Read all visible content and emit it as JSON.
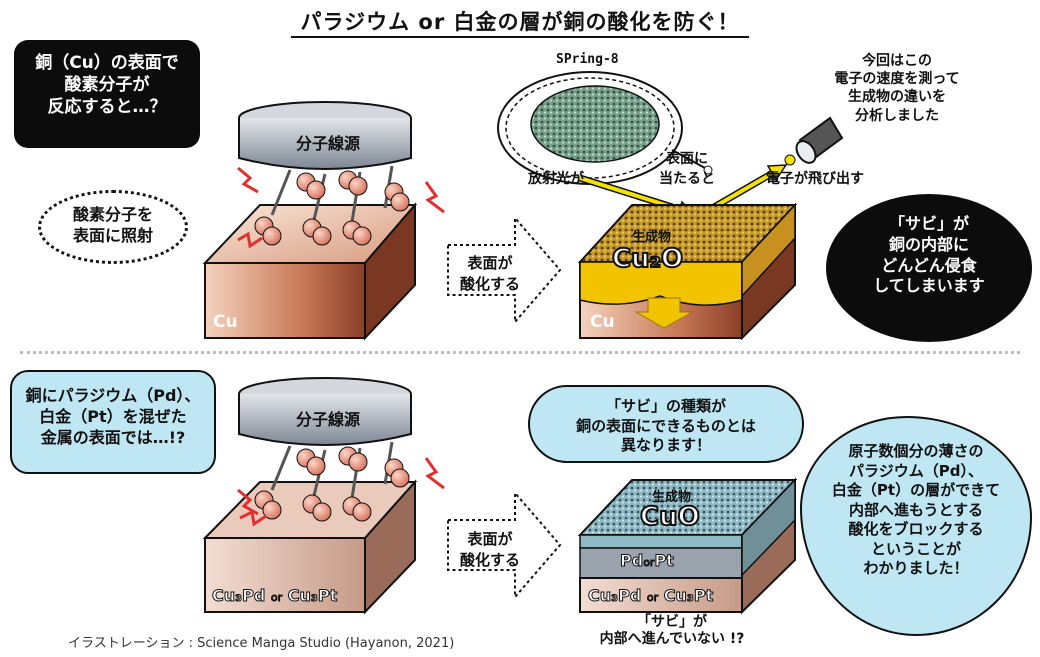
{
  "title": "パラジウム or 白金の層が銅の酸化を防ぐ！",
  "top": {
    "speech_left": "銅（Cu）の表面で\n酸素分子が\n反応すると…？",
    "source_label": "分子線源",
    "thought_label": "酸素分子を\n表面に照射",
    "block_left_label": "Cu",
    "arrow_label": "表面が\n酸化する",
    "spring8_label": "SPring-8",
    "synchrotron_light": "放射光が",
    "hits_surface": "表面に\n当たると",
    "electrons_fly": "電子が飛び出す",
    "note_measure": "今回はこの\n電子の速度を測って\n生成物の違いを\n分析しました",
    "product_label": "生成物",
    "product_formula": "Cu₂O",
    "block_right_label": "Cu",
    "speech_right": "「サビ」が\n銅の内部に\nどんどん侵食\nしてしまいます"
  },
  "bottom": {
    "speech_left": "銅にパラジウム（Pd）、\n白金（Pt）を混ぜた\n金属の表面では…!?",
    "source_label": "分子線源",
    "block_left_label_a": "Cu₃Pd",
    "block_left_or": "or",
    "block_left_label_b": "Cu₃Pt",
    "arrow_label": "表面が\n酸化する",
    "speech_rust_type": "「サビ」の種類が\n銅の表面にできるものとは\n異なります！",
    "product_label": "生成物",
    "product_formula": "CuO",
    "layer_label_a": "Pd",
    "layer_or": "or",
    "layer_label_b": "Pt",
    "block_right_label_a": "Cu₃Pd",
    "block_right_or": "or",
    "block_right_label_b": "Cu₃Pt",
    "caption_below": "「サビ」が\n内部へ進んでいない !?",
    "cloud_text": "原子数個分の薄さの\nパラジウム（Pd）、\n白金（Pt）の層ができて\n内部へ進もうとする\n酸化をブロックする\nということが\nわかりました！"
  },
  "credit": "イラストレーション : Science Manga Studio (Hayanon, 2021)"
}
